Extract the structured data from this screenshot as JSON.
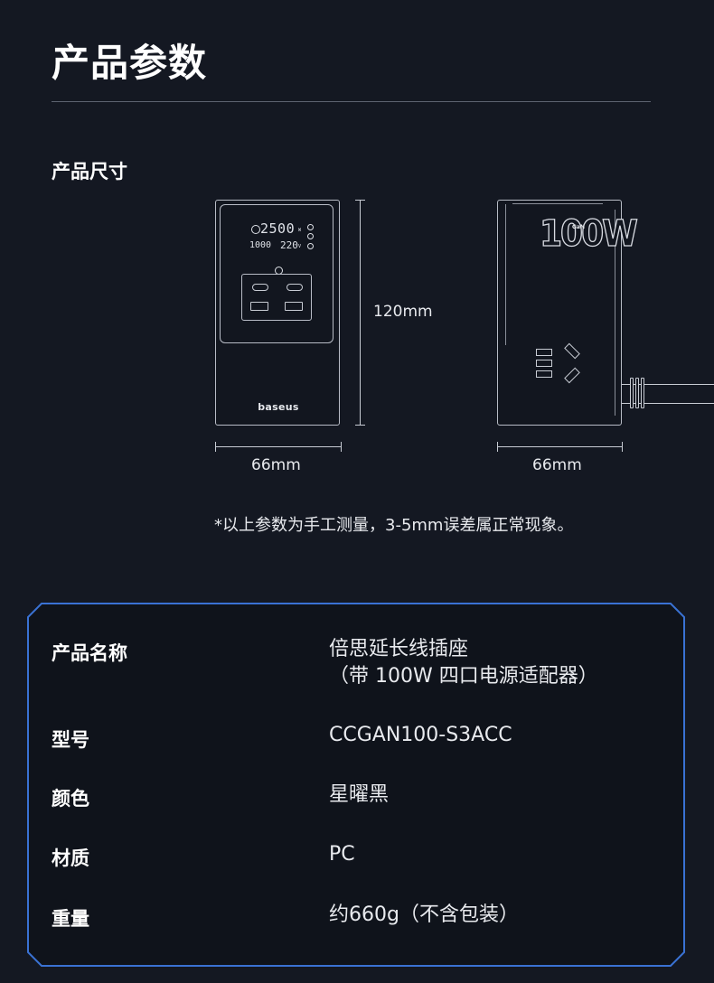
{
  "header": {
    "title": "产品参数",
    "subtitle": "产品尺寸"
  },
  "dimensions": {
    "height_label": "120mm",
    "front_width_label": "66mm",
    "side_width_label": "66mm",
    "note": "*以上参数为手工测量，3-5mm误差属正常现象。"
  },
  "front_device": {
    "power_value": "2500",
    "power_unit": "W",
    "current_value": "1000",
    "voltage_value": "220",
    "voltage_unit": "V",
    "brand": "baseus"
  },
  "side_device": {
    "badge": "100W",
    "gan": "GaN"
  },
  "specs": [
    {
      "label": "产品名称",
      "value_line1": "倍思延长线插座",
      "value_line2": "（带 100W 四口电源适配器）"
    },
    {
      "label": "型号",
      "value": "CCGAN100-S3ACC"
    },
    {
      "label": "颜色",
      "value": "星曜黑"
    },
    {
      "label": "材质",
      "value": "PC"
    },
    {
      "label": "重量",
      "value": "约660g（不含包装）"
    }
  ],
  "colors": {
    "background": "#141822",
    "frame_accent": "#3a72d4",
    "text": "#ffffff"
  }
}
